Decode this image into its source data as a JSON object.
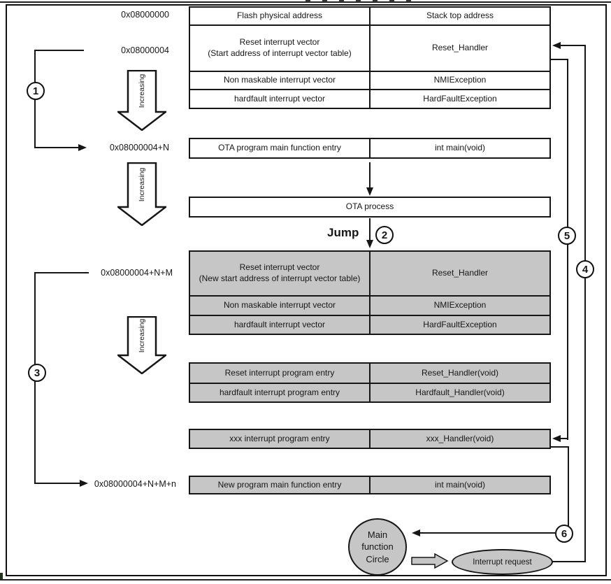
{
  "badges": {
    "b1": "1",
    "b2": "2",
    "b3": "3",
    "b4": "4",
    "b5": "5",
    "b6": "6"
  },
  "addresses": {
    "base": "0x08000000",
    "vector": "0x08000004",
    "plus_n": "0x08000004+N",
    "plus_nm": "0x08000004+N+M",
    "plus_nmn": "0x08000004+N+M+n"
  },
  "increasing_label": "Increasing",
  "jump_label": "Jump",
  "table_flash": {
    "rows": [
      {
        "left": "Flash physical address",
        "right": "Stack top address"
      },
      {
        "left": "Reset interrupt vector\n(Start address of interrupt vector table)",
        "right": "Reset_Handler"
      },
      {
        "left": "Non maskable interrupt vector",
        "right": "NMIException"
      },
      {
        "left": "hardfault interrupt vector",
        "right": "HardFaultException"
      }
    ]
  },
  "row_ota_entry": {
    "left": "OTA program main function entry",
    "right": "int main(void)"
  },
  "ota_process_label": "OTA process",
  "table_new_vector": {
    "rows": [
      {
        "left": "Reset interrupt vector\n(New start address of interrupt vector table)",
        "right": "Reset_Handler"
      },
      {
        "left": "Non maskable interrupt vector",
        "right": "NMIException"
      },
      {
        "left": "hardfault interrupt vector",
        "right": "HardFaultException"
      }
    ]
  },
  "table_program_entry": {
    "rows": [
      {
        "left": "Reset interrupt program entry",
        "right": "Reset_Handler(void)"
      },
      {
        "left": "hardfault interrupt program entry",
        "right": "Hardfault_Handler(void)"
      }
    ]
  },
  "row_xxx": {
    "left": "xxx interrupt program entry",
    "right": "xxx_Handler(void)"
  },
  "row_new_main": {
    "left": "New program main function entry",
    "right": "int main(void)"
  },
  "main_circle_label": "Main\nfunction\nCircle",
  "interrupt_request_label": "Interrupt request",
  "colors": {
    "box_gray": "#c6c6c6",
    "line": "#161616",
    "background": "#ffffff"
  }
}
